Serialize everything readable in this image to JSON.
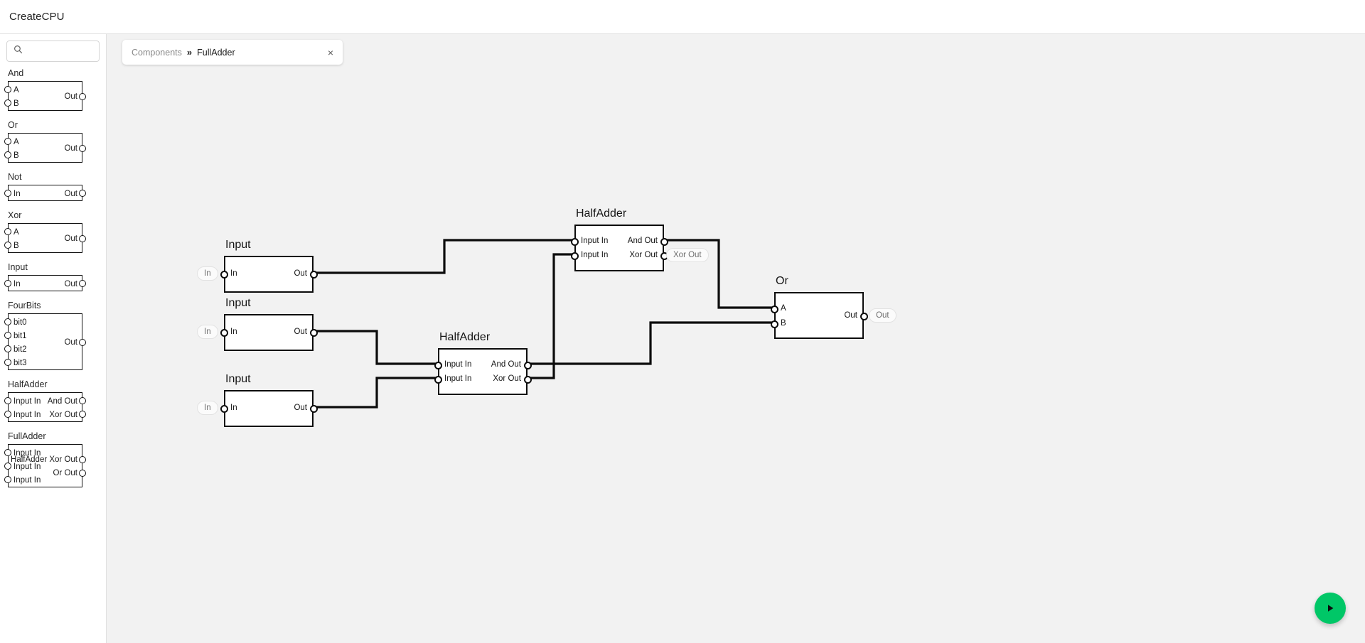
{
  "app": {
    "title": "CreateCPU"
  },
  "search": {
    "value": "",
    "placeholder": "",
    "icon": "search-icon"
  },
  "breadcrumb": {
    "root": "Components",
    "separator": "»",
    "current": "FullAdder",
    "close": "×"
  },
  "run": {
    "icon": "play-icon",
    "color": "#00c767"
  },
  "palette": {
    "items": [
      {
        "name": "And",
        "inputs": [
          "A",
          "B"
        ],
        "outputs": [
          "Out"
        ]
      },
      {
        "name": "Or",
        "inputs": [
          "A",
          "B"
        ],
        "outputs": [
          "Out"
        ]
      },
      {
        "name": "Not",
        "inputs": [
          "In"
        ],
        "outputs": [
          "Out"
        ]
      },
      {
        "name": "Xor",
        "inputs": [
          "A",
          "B"
        ],
        "outputs": [
          "Out"
        ]
      },
      {
        "name": "Input",
        "inputs": [
          "In"
        ],
        "outputs": [
          "Out"
        ]
      },
      {
        "name": "FourBits",
        "inputs": [
          "bit0",
          "bit1",
          "bit2",
          "bit3"
        ],
        "outputs": [
          "Out"
        ]
      },
      {
        "name": "HalfAdder",
        "inputs": [
          "Input In",
          "Input In"
        ],
        "outputs": [
          "And Out",
          "Xor Out"
        ]
      },
      {
        "name": "FullAdder",
        "inputs": [
          "Input In",
          "Input In",
          "Input In"
        ],
        "outputs": [
          "HalfAdder Xor Out",
          "Or Out"
        ]
      }
    ]
  },
  "graph": {
    "nodes": [
      {
        "id": "input1",
        "title": "Input",
        "inputs": [
          "In"
        ],
        "outputs": [
          "Out"
        ]
      },
      {
        "id": "input2",
        "title": "Input",
        "inputs": [
          "In"
        ],
        "outputs": [
          "Out"
        ]
      },
      {
        "id": "input3",
        "title": "Input",
        "inputs": [
          "In"
        ],
        "outputs": [
          "Out"
        ]
      },
      {
        "id": "half1",
        "title": "HalfAdder",
        "inputs": [
          "Input In",
          "Input In"
        ],
        "outputs": [
          "And Out",
          "Xor Out"
        ]
      },
      {
        "id": "half2",
        "title": "HalfAdder",
        "inputs": [
          "Input In",
          "Input In"
        ],
        "outputs": [
          "And Out",
          "Xor Out"
        ]
      },
      {
        "id": "or1",
        "title": "Or",
        "inputs": [
          "A",
          "B"
        ],
        "outputs": [
          "Out"
        ]
      }
    ],
    "pills": [
      {
        "id": "pill-in1",
        "label": "In"
      },
      {
        "id": "pill-in2",
        "label": "In"
      },
      {
        "id": "pill-in3",
        "label": "In"
      },
      {
        "id": "pill-xor",
        "label": "Xor Out"
      },
      {
        "id": "pill-out",
        "label": "Out"
      }
    ]
  }
}
